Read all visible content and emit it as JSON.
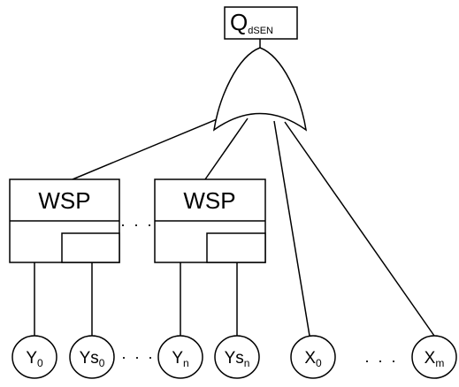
{
  "top_event": {
    "main": "Q",
    "sub": "dSEN"
  },
  "gates": [
    {
      "label": "WSP"
    },
    {
      "label": "WSP"
    }
  ],
  "leaves": [
    {
      "main": "Y",
      "sub": "0"
    },
    {
      "main": "Ys",
      "sub": "0"
    },
    {
      "main": "Y",
      "sub": "n"
    },
    {
      "main": "Ys",
      "sub": "n"
    },
    {
      "main": "X",
      "sub": "0"
    },
    {
      "main": "X",
      "sub": "m"
    }
  ],
  "ellipsis": "· · ·"
}
